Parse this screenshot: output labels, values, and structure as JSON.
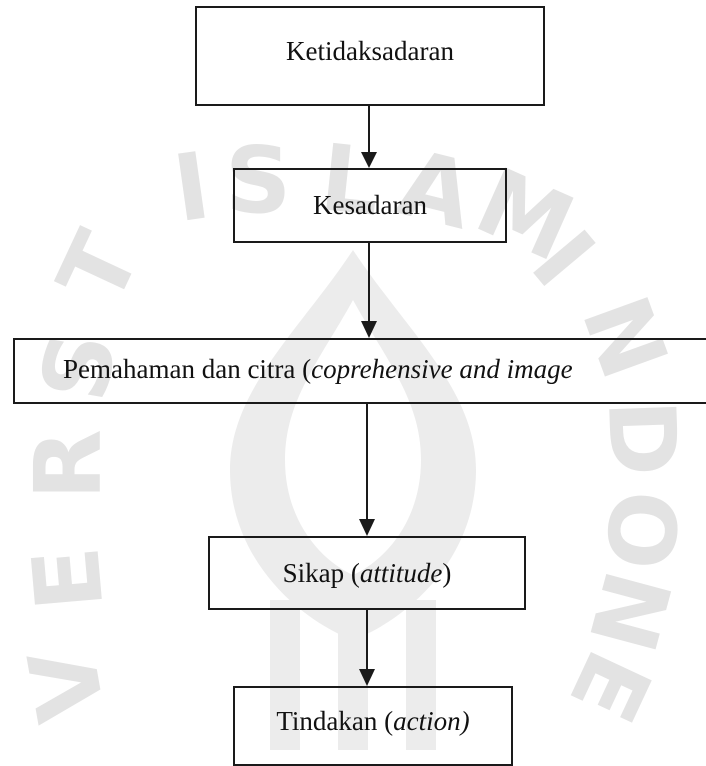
{
  "flowchart": {
    "steps": [
      {
        "main": "Ketidaksadaran",
        "english": ""
      },
      {
        "main": "Kesadaran",
        "english": ""
      },
      {
        "main": "Pemahaman dan citra (",
        "english": "coprehensive and image"
      },
      {
        "main": "Sikap (",
        "english": "attitude",
        "close": ")"
      },
      {
        "main": "Tindakan (",
        "english": "action)"
      }
    ]
  },
  "colors": {
    "line": "#1a1a1a",
    "watermark": "#e3e3e3"
  }
}
